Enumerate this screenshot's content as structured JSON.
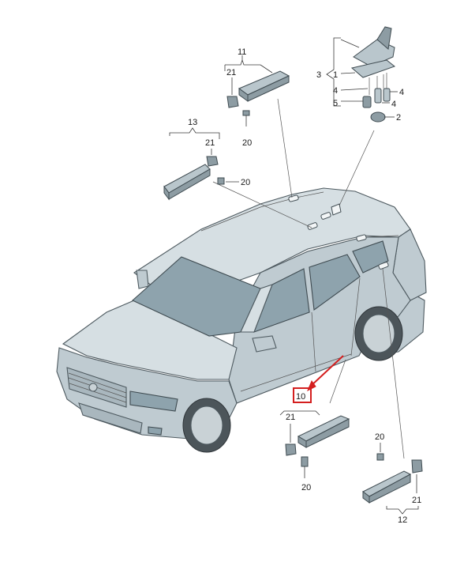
{
  "callouts": {
    "c1": "1",
    "c2": "2",
    "c3": "3",
    "c4a": "4",
    "c4b": "4",
    "c4c": "4",
    "c5": "5",
    "c10": "10",
    "c11": "11",
    "c12": "12",
    "c13": "13",
    "c20a": "20",
    "c20b": "20",
    "c20c": "20",
    "c20d": "20",
    "c21a": "21",
    "c21b": "21",
    "c21c": "21",
    "c21d": "21"
  },
  "highlight_color": "#d41f1f"
}
